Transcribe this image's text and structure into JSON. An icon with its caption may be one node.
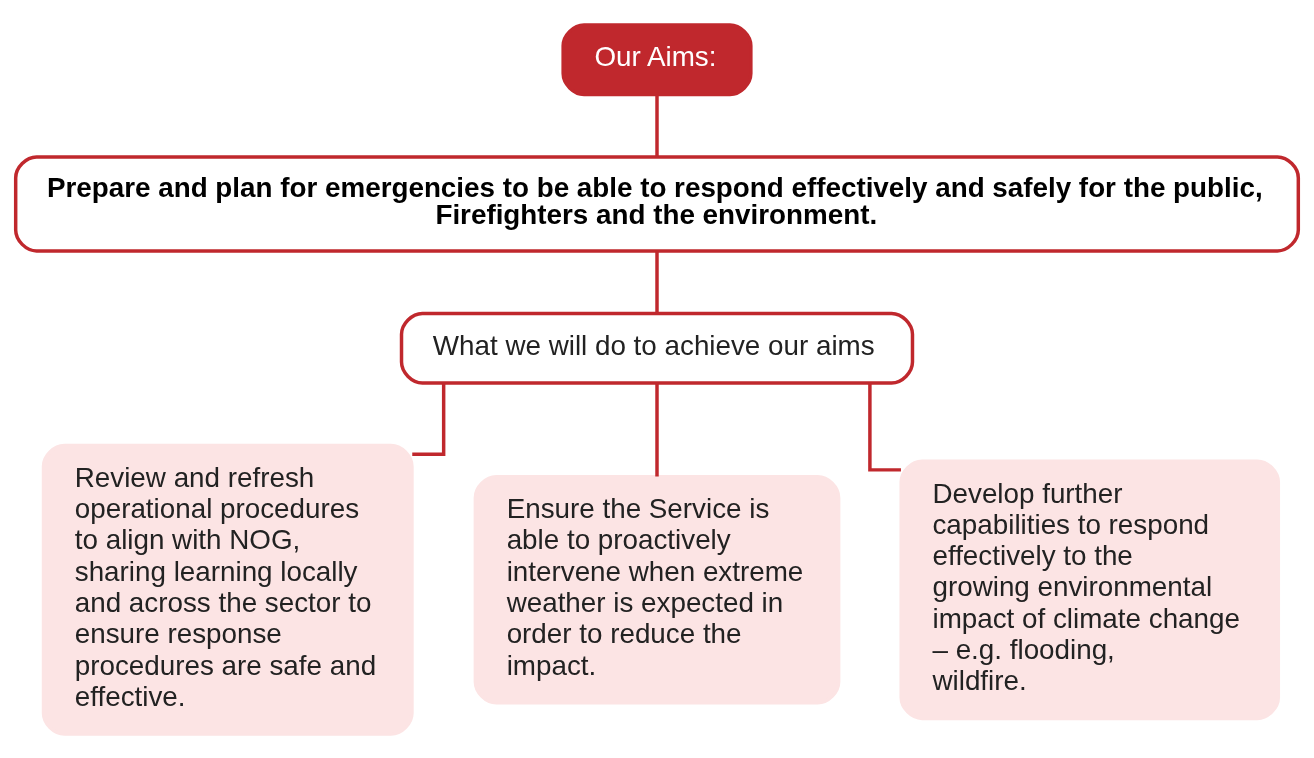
{
  "diagram": {
    "nodes": [
      {
        "text": [
          "Our Aims:"
        ]
      },
      {
        "text": [
          "Prepare and plan for emergencies to be able to respond effectively and safely for the public, Firefighters and the environment."
        ]
      },
      {
        "text": [
          "What we will do to achieve our aims"
        ]
      },
      {
        "text": [
          "Review and refresh operational procedures to align with NOG, sharing learning locally and across the sector to ensure response procedures are safe and effective."
        ]
      },
      {
        "text": [
          "Ensure the Service is able to proactively intervene when extreme weather is expected in order to reduce the impact."
        ]
      },
      {
        "text": [
          "Develop further capabilities to respond effectively to the growing environmental impact of climate change – e.g. flooding, wildfire."
        ]
      }
    ],
    "edges": [
      {
        "from": 0,
        "to": 1,
        "arrow": "none"
      },
      {
        "from": 1,
        "to": 2,
        "arrow": "none"
      },
      {
        "from": 2,
        "to": 3,
        "arrow": "none"
      },
      {
        "from": 2,
        "to": 4,
        "arrow": "none"
      },
      {
        "from": 2,
        "to": 5,
        "arrow": "none"
      }
    ]
  }
}
